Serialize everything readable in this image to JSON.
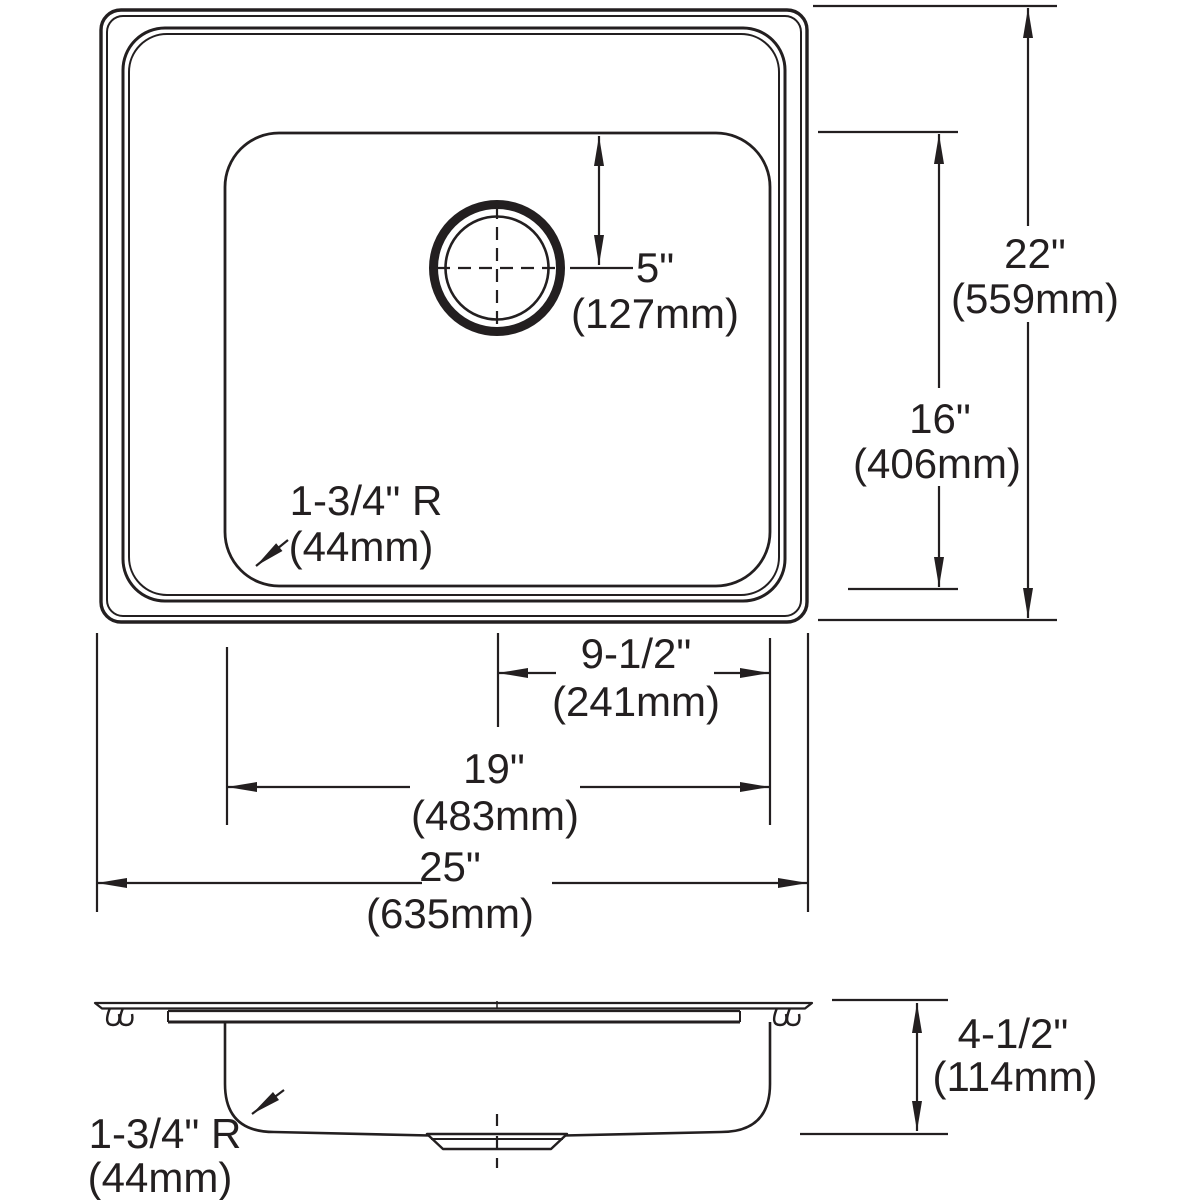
{
  "drawing": {
    "type": "sink-spec-dimension-drawing",
    "background": "#ffffff",
    "stroke_color": "#231f20",
    "views": {
      "top_view": "plan view of single-bowl drop-in sink with rear-center drain",
      "side_view": "front cross-section of sink bowl with mounting clips"
    },
    "dimensions": {
      "faucet_hole_offset": {
        "in": "5\"",
        "mm": "(127mm)"
      },
      "overall_front_to_back": {
        "in": "22\"",
        "mm": "(559mm)"
      },
      "bowl_front_to_back": {
        "in": "16\"",
        "mm": "(406mm)"
      },
      "bowl_corner_radius_top": {
        "in": "1-3/4\" R",
        "mm": "(44mm)"
      },
      "drain_center_to_bowl_edge": {
        "in": "9-1/2\"",
        "mm": "(241mm)"
      },
      "bowl_width": {
        "in": "19\"",
        "mm": "(483mm)"
      },
      "overall_width": {
        "in": "25\"",
        "mm": "(635mm)"
      },
      "bowl_depth_side": {
        "in": "4-1/2\"",
        "mm": "(114mm)"
      },
      "bowl_corner_radius_side": {
        "in": "1-3/4\" R",
        "mm": "(44mm)"
      }
    }
  }
}
